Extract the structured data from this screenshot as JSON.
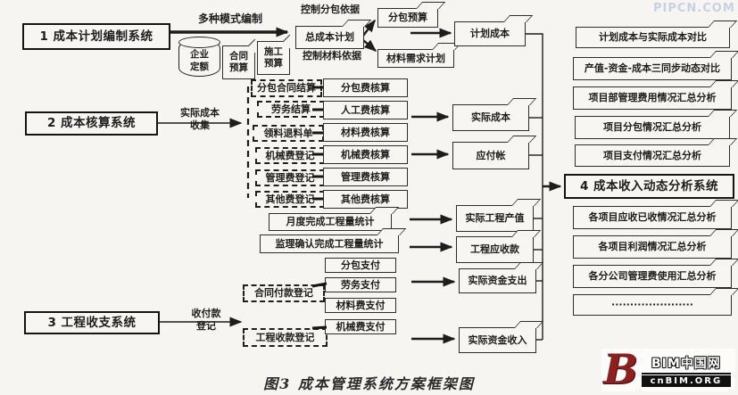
{
  "watermark": "PIPCN.COM",
  "caption": "图3 成本管理系统方案框架图",
  "systems": {
    "sys1": "1 成本计划编制系统",
    "sys2": "2 成本核算系统",
    "sys3": "3 工程收支系统",
    "sys4": "4 成本收入动态分析系统"
  },
  "plan": {
    "mode_label": "多种模式编制",
    "enterprise_quota": "企业\n定额",
    "contract_budget": "合同\n预算",
    "construction_budget": "施工\n预算",
    "total_cost_plan": "总成本计划",
    "ctrl_subcontract": "控制分包依据",
    "ctrl_material": "控制材料依据",
    "subcontract_budget": "分包预算",
    "material_demand_plan": "材料需求计划",
    "plan_cost": "计划成本"
  },
  "accounting": {
    "collect_label": "实际成本\n收集",
    "inputs": [
      "分包合同结算",
      "劳务结算",
      "领料退料单",
      "机械费登记",
      "管理费登记",
      "其他费登记"
    ],
    "calcs": [
      "分包费核算",
      "人工费核算",
      "材料费核算",
      "机械费核算",
      "管理费核算",
      "其他费核算"
    ],
    "actual_cost": "实际成本",
    "payable": "应付帐",
    "monthly_stat": "月度完成工程量统计",
    "supervisor_stat": "监理确认完成工程量统计",
    "actual_output": "实际工程产值",
    "receivable": "工程应收款"
  },
  "payment": {
    "register_label": "收付款\n登记",
    "contract_pay_reg": "合同付款登记",
    "project_receive_reg": "工程收款登记",
    "pays": [
      "分包支付",
      "劳务支付",
      "材料费支付",
      "机械费支付"
    ],
    "actual_expense": "实际资金支出",
    "actual_income": "实际资金收入"
  },
  "analysis": {
    "top": [
      "计划成本与实际成本对比",
      "产值-资金-成本三同步动态对比",
      "项目部管理费用情况汇总分析",
      "项目分包情况汇总分析",
      "项目支付情况汇总分析"
    ],
    "bottom": [
      "各项目应收已收情况汇总分析",
      "各项目利润情况汇总分析",
      "各分公司管理费使用汇总分析",
      "······················"
    ]
  },
  "logo": {
    "initial": "B",
    "line1": "BIM中国网",
    "line2": "cnBIM.ORG"
  },
  "colors": {
    "ink": "#1d1d1d",
    "paper": "#f6f5f2",
    "logo_red": "#8e1f1f",
    "watermark_blue": "#c7d1e3"
  }
}
